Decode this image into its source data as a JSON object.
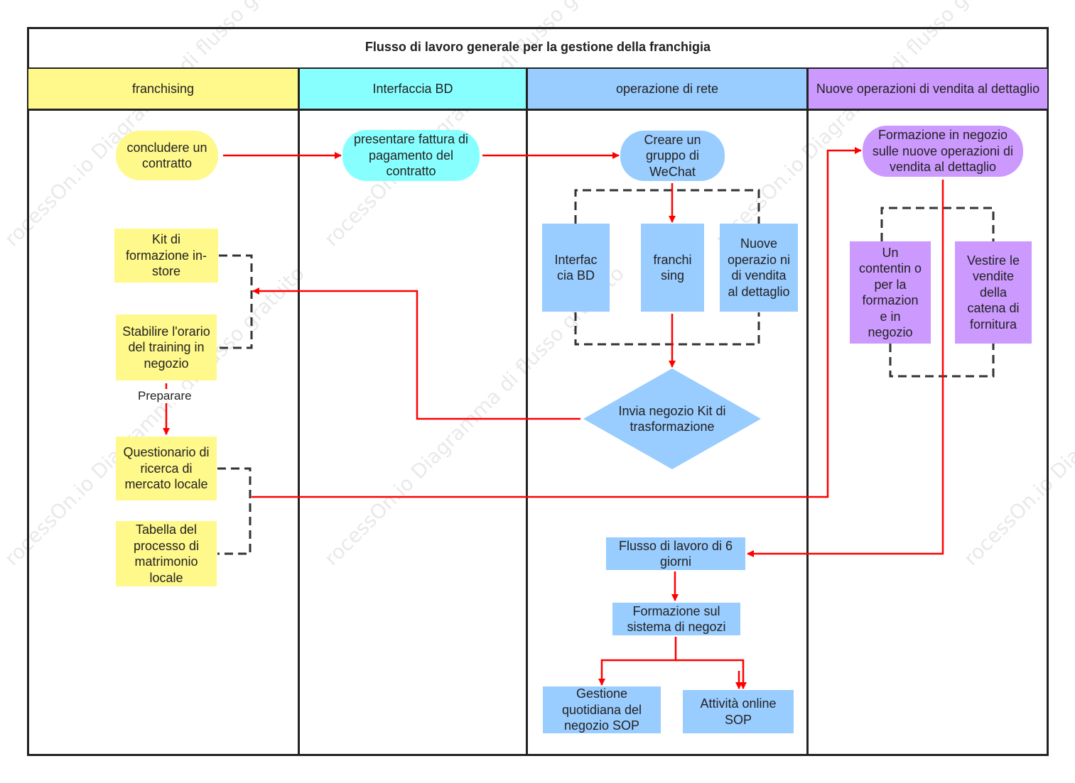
{
  "title": "Flusso di lavoro generale per la gestione della franchigia",
  "colors": {
    "franchising": "#fff88a",
    "bd": "#88ffff",
    "rete": "#99ccff",
    "nuove": "#cc99ff",
    "arrow": "#ff0000",
    "dashed": "#333333"
  },
  "lanes": [
    {
      "name": "franchising"
    },
    {
      "name": "Interfaccia BD"
    },
    {
      "name": "operazione di rete"
    },
    {
      "name": "Nuove operazioni di vendita al dettaglio"
    }
  ],
  "nodes": {
    "concludere": "concludere un contratto",
    "kit_formazione": "Kit di formazione in-store",
    "stabilire_orario": "Stabilire l'orario del training in negozio",
    "questionario": "Questionario di ricerca di mercato locale",
    "tabella": "Tabella del processo di matrimonio locale",
    "fattura": "presentare fattura di pagamento del contratto",
    "wechat": "Creare un gruppo di WeChat",
    "interfaccia_bd": "Interfac cia BD",
    "franchising_box": "franchi sing",
    "nuove_box": "Nuove operazio ni di vendita al dettaglio",
    "invia": "Invia negozio Kit di trasformazione",
    "flusso6": "Flusso di lavoro di 6 giorni",
    "formazione_sistema": "Formazione sul sistema di negozi",
    "gestione_sop": "Gestione quotidiana del negozio SOP",
    "attivita_sop": "Attività online SOP",
    "formazione_negozio": "Formazione in negozio sulle nuove operazioni di vendita al dettaglio",
    "contenuto": "Un contentin o per la formazion e in negozio",
    "vestire": "Vestire le vendite della catena di fornitura"
  },
  "edge_labels": {
    "preparare": "Preparare"
  },
  "watermark": {
    "a": "rocessOn.io Diagramma di flusso gratuito",
    "b": "Diagramma di flusso gratuito",
    "c": "rocessOn.io Diagramma di flusso gratuito"
  }
}
